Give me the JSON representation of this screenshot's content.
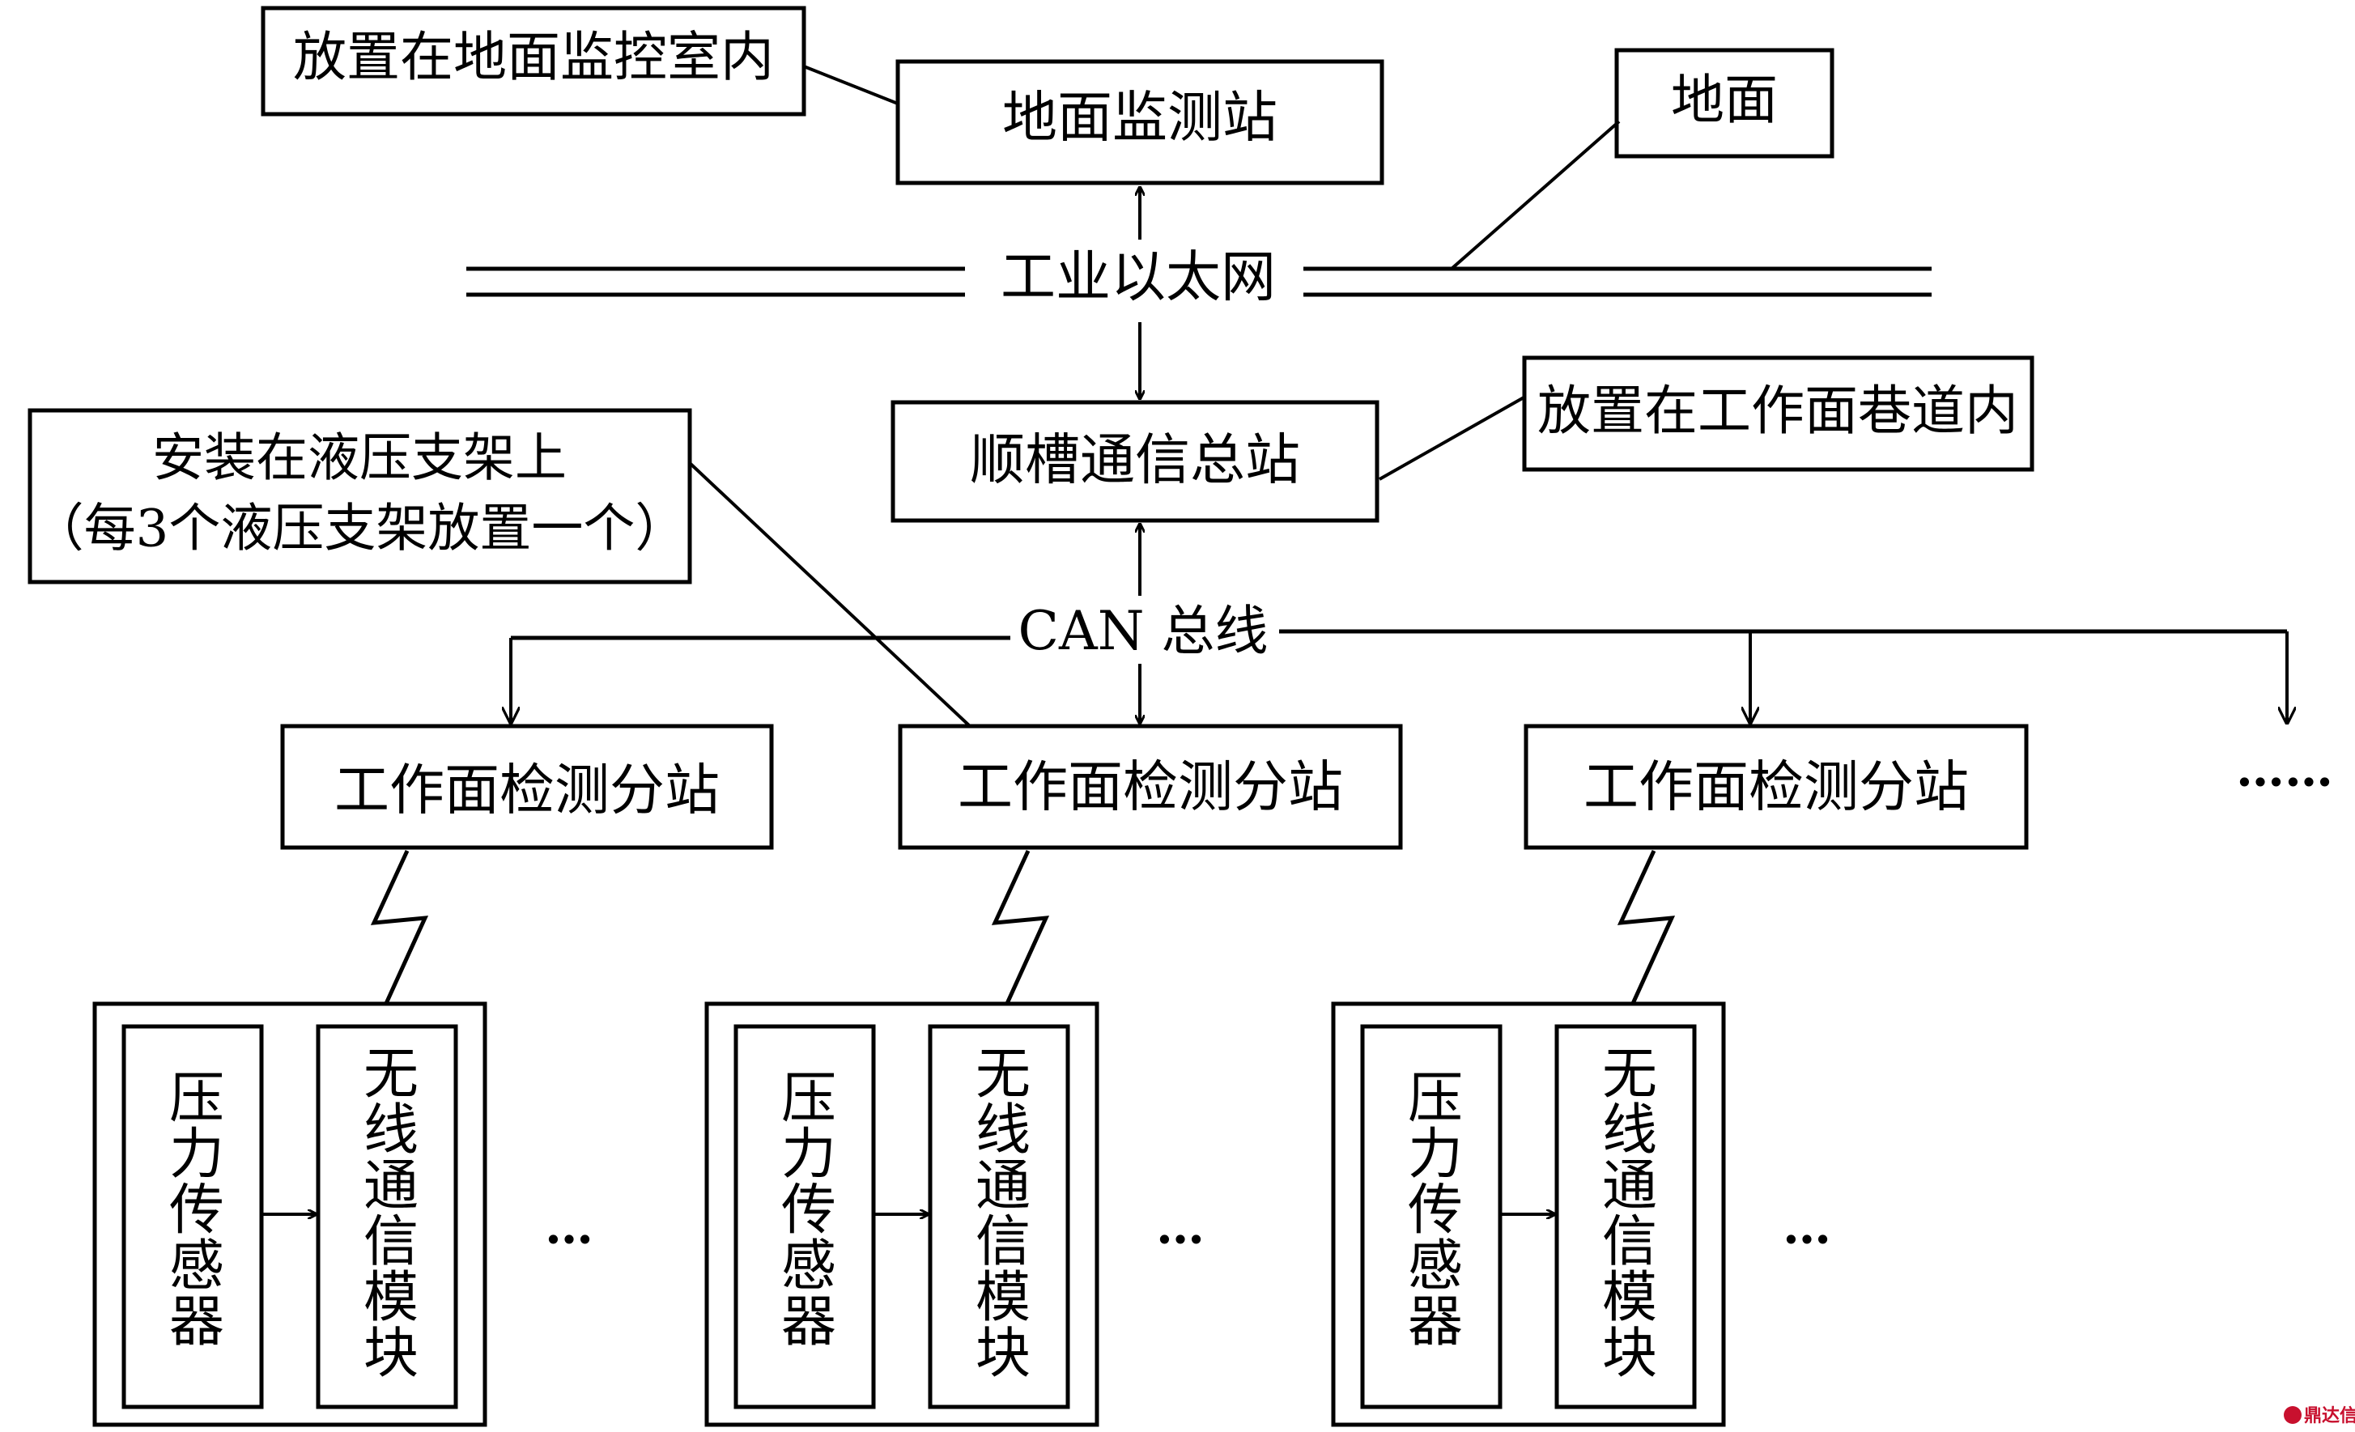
{
  "annotations": {
    "surface_monitor_room": "放置在地面监控室内",
    "ground": "地面",
    "roadway": "放置在工作面巷道内",
    "support_line1": "安装在液压支架上",
    "support_line2": "（每3个液压支架放置一个）"
  },
  "nodes": {
    "surface_station": "地面监测站",
    "ethernet": "工业以太网",
    "comm_master": "顺槽通信总站",
    "can_bus": "CAN 总线",
    "substation": "工作面检测分站",
    "pressure_sensor": "压力传感器",
    "wireless_module": "无线通信模块"
  },
  "ellipsis_more": "……",
  "ellipsis_short": "…",
  "watermark": "鼎达信"
}
